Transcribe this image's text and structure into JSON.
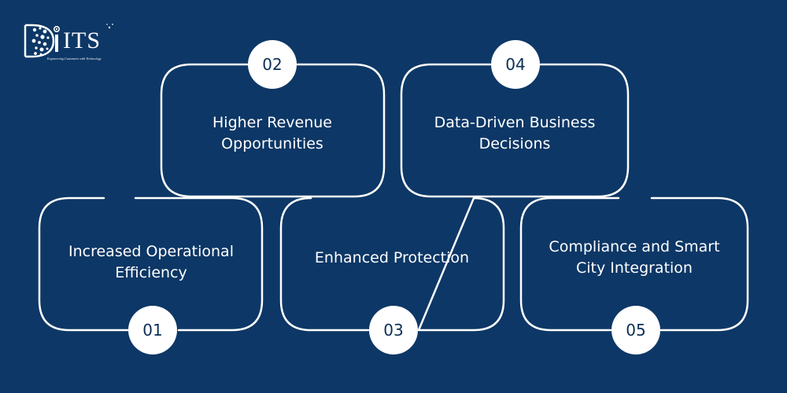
{
  "logo": {
    "wordmark": "ITS",
    "tagline": "Engineering Customers with Technology"
  },
  "items": [
    {
      "number": "01",
      "label": "Increased Operational\nEfficiency"
    },
    {
      "number": "02",
      "label": "Higher Revenue\nOpportunities"
    },
    {
      "number": "03",
      "label": "Enhanced Protection"
    },
    {
      "number": "04",
      "label": "Data-Driven Business\nDecisions"
    },
    {
      "number": "05",
      "label": "Compliance and Smart\nCity Integration"
    }
  ],
  "colors": {
    "background": "#0d3766",
    "foreground": "#ffffff",
    "badge_text": "#0d2f56"
  }
}
